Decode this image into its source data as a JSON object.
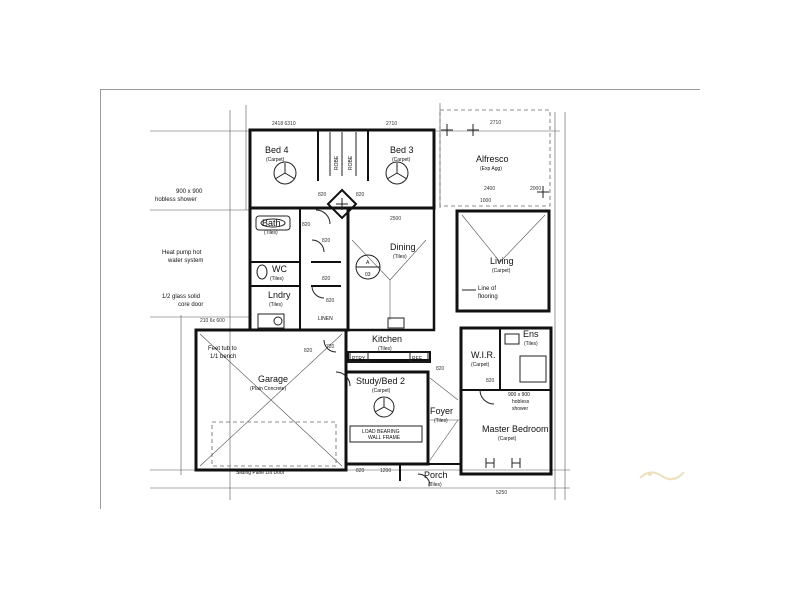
{
  "rooms": {
    "bed4": {
      "label": "Bed 4",
      "finish": "(Carpet)"
    },
    "bed3": {
      "label": "Bed 3",
      "finish": "(Carpet)"
    },
    "robe_left": {
      "label": "ROBE"
    },
    "robe_right": {
      "label": "ROBE"
    },
    "alfresco": {
      "label": "Alfresco",
      "finish": "(Exp Agg)"
    },
    "bath": {
      "label": "Bath",
      "finish": "(Tiles)"
    },
    "wc": {
      "label": "WC",
      "finish": "(Tiles)"
    },
    "lndry": {
      "label": "Lndry",
      "finish": "(Tiles)"
    },
    "linen": {
      "label": "LINEN"
    },
    "dining": {
      "label": "Dining",
      "finish": "(Tiles)"
    },
    "living": {
      "label": "Living",
      "finish": "(Carpet)"
    },
    "kitchen": {
      "label": "Kitchen",
      "finish": "(Tiles)"
    },
    "garage": {
      "label": "Garage",
      "finish": "(Plain Concrete)"
    },
    "study": {
      "label": "Study/Bed 2",
      "finish": "(Carpet)"
    },
    "foyer": {
      "label": "Foyer",
      "finish": "(Tiles)"
    },
    "wir": {
      "label": "W.I.R.",
      "finish": "(Carpet)"
    },
    "ens": {
      "label": "Ens",
      "finish": "(Tiles)"
    },
    "master": {
      "label": "Master Bedroom",
      "finish": "(Carpet)"
    },
    "porch": {
      "label": "Porch",
      "finish": "(Tiles)"
    }
  },
  "notes": {
    "shower": [
      "900 x 900",
      "hobless shower"
    ],
    "heat_pump": [
      "Heat pump hot",
      "water system"
    ],
    "glass_door": [
      "1/2 glass solid",
      "core door"
    ],
    "feet_tub": [
      "Feet tub to",
      "1/1 bench"
    ],
    "line_of_flooring": [
      "Line of",
      "flooring"
    ],
    "load_bearing": [
      "LOAD BEARING",
      "WALL FRAME"
    ],
    "ens_shower": [
      "900 x 900",
      "hobless",
      "shower"
    ],
    "pantry": "PTRY",
    "fridge": "REF",
    "door_label": "Sliding Pane Lift Door"
  },
  "dimensions": {
    "top_left": "2418 6310",
    "top_right": "2710",
    "alfresco_w": "2710",
    "bed_codes": [
      "820",
      "820",
      "820",
      "820"
    ],
    "hall": "2500",
    "misc": [
      "2400",
      "1000",
      "820",
      "820",
      "820",
      "720",
      "820",
      "820",
      "820",
      "1200",
      "2000"
    ],
    "garage_l": "210 6x 600",
    "porch_r": "5250"
  },
  "symbols": {
    "north_label": "A",
    "north_sub": "03"
  }
}
